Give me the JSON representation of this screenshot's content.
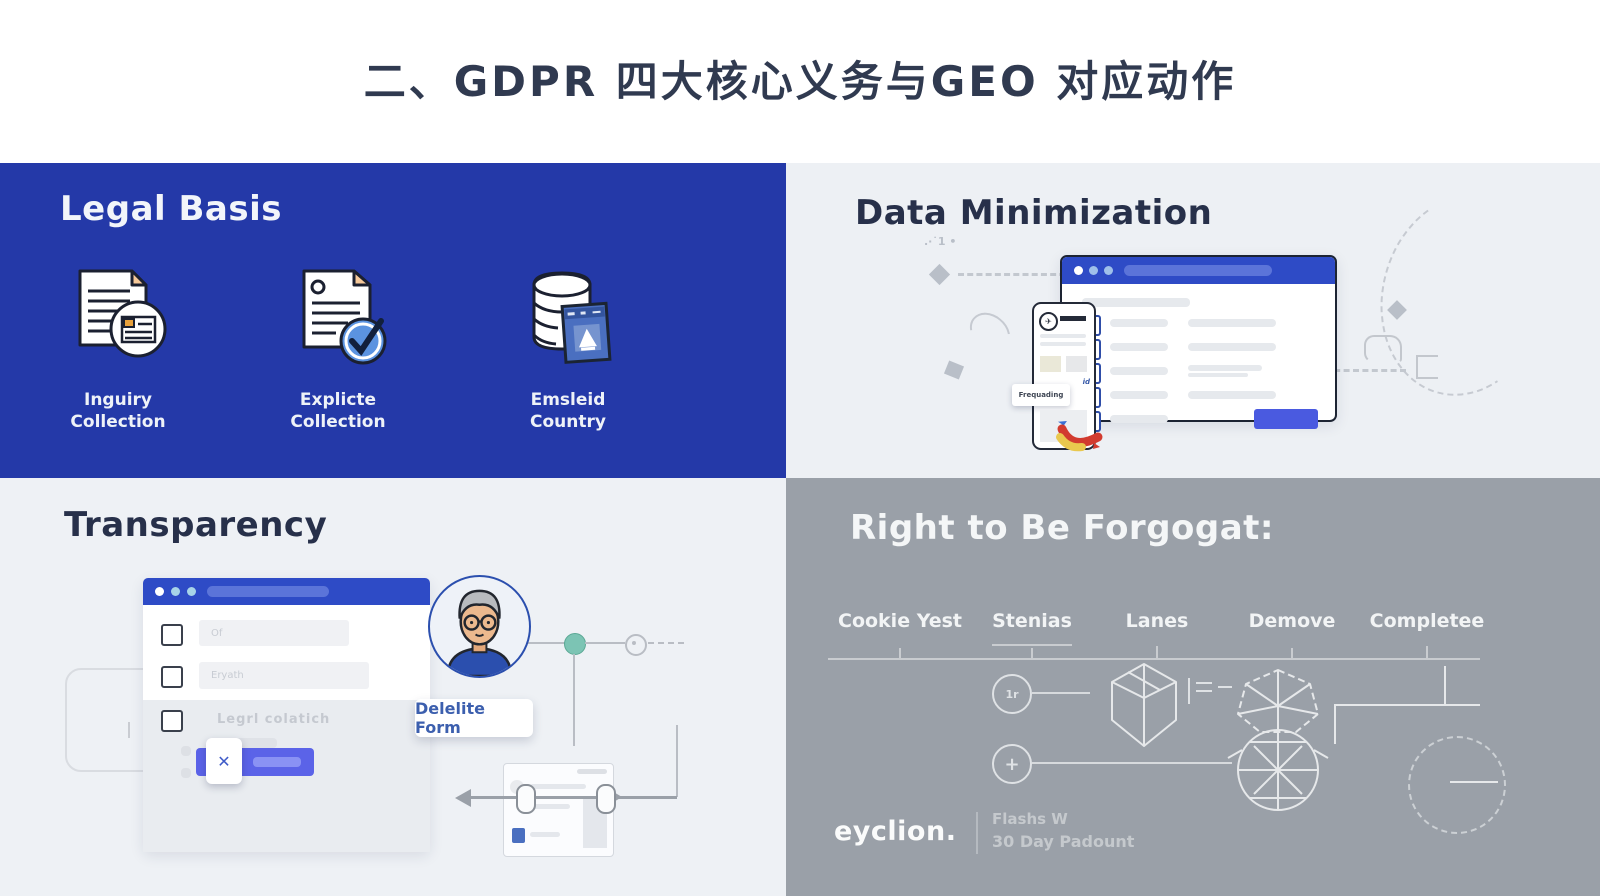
{
  "title": "二、GDPR 四大核心义务与GEO 对应动作",
  "colors": {
    "quadrant_blue": "#2439a8",
    "panel_light": "#edf0f4",
    "panel_gray": "#9aa0a8",
    "browser_header_blue": "#2e4bc6",
    "button_indigo": "#5b63e8",
    "navy_text": "#27304a",
    "accent_teal": "#7cc4b4",
    "croissant_red": "#d23b2f",
    "croissant_yellow": "#e9c84e"
  },
  "icons": {
    "check": "✓",
    "close": "✕",
    "plus": "+",
    "plane": "➤"
  },
  "legal_basis": {
    "heading": "Legal Basis",
    "items": [
      {
        "icon": "document-card-icon",
        "line1": "Inguiry",
        "line2": "Collection"
      },
      {
        "icon": "document-check-icon",
        "line1": "Explicte",
        "line2": "Collection"
      },
      {
        "icon": "database-flag-icon",
        "line1": "Emsleid",
        "line2": "Country"
      }
    ]
  },
  "data_minimization": {
    "heading": "Data Minimization",
    "phone_tag": "Frequading",
    "phone_tag_small": "id"
  },
  "transparency": {
    "heading": "Transparency",
    "field1_value": "Of",
    "field2_value": "Eryath",
    "row3_label": "Legrl colatich",
    "avatar_label": "Delelite Form"
  },
  "forgotten": {
    "heading": "Right to Be Forgogat:",
    "timeline": [
      "Cookie Yest",
      "Stenias",
      "Lanes",
      "Demove",
      "Completee"
    ],
    "circle1_label": "1r",
    "brand": "eyclion.",
    "caption_line1": "Flashs W",
    "caption_line2": "30 Day Padount"
  }
}
